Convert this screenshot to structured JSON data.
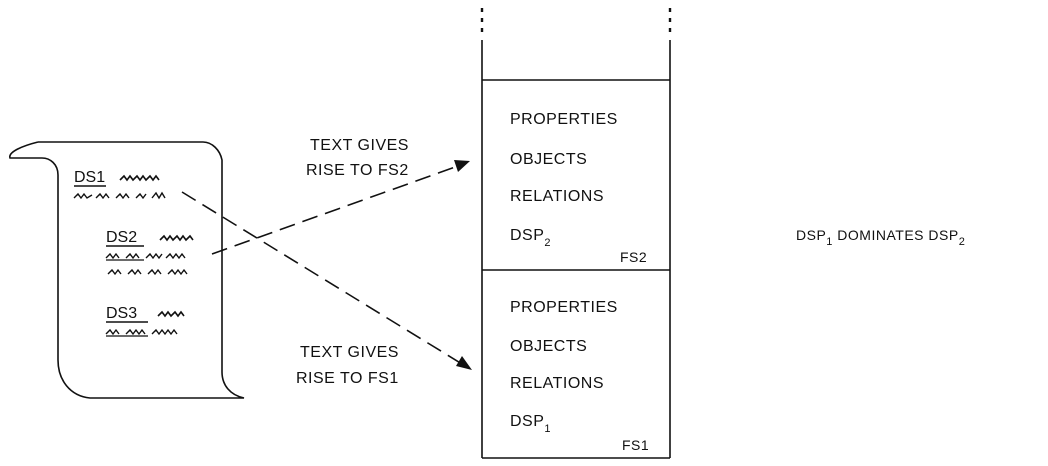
{
  "document": {
    "sections": [
      {
        "label": "DS1"
      },
      {
        "label": "DS2"
      },
      {
        "label": "DS3"
      }
    ]
  },
  "arrows": {
    "to_fs2": {
      "line1": "TEXT GIVES",
      "line2": "RISE TO FS2"
    },
    "to_fs1": {
      "line1": "TEXT GIVES",
      "line2": "RISE TO FS1"
    }
  },
  "stack": {
    "frames": [
      {
        "name": "FS2",
        "fields": [
          "PROPERTIES",
          "OBJECTS",
          "RELATIONS"
        ],
        "dsp": "DSP",
        "dsp_sub": "2"
      },
      {
        "name": "FS1",
        "fields": [
          "PROPERTIES",
          "OBJECTS",
          "RELATIONS"
        ],
        "dsp": "DSP",
        "dsp_sub": "1"
      }
    ]
  },
  "relation": {
    "left": "DSP",
    "left_sub": "1",
    "verb": " DOMINATES ",
    "right": "DSP",
    "right_sub": "2"
  }
}
